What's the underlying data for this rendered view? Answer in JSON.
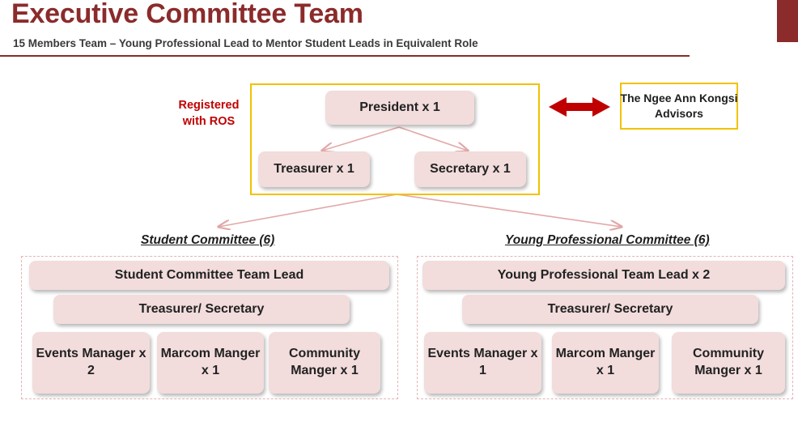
{
  "header": {
    "title": "Executive Committee Team",
    "subtitle": "15 Members Team – Young Professional Lead to Mentor Student Leads in Equivalent Role"
  },
  "exco": {
    "registered_note": "Registered with ROS",
    "president": "President x 1",
    "treasurer": "Treasurer x 1",
    "secretary": "Secretary x 1",
    "advisors": "The Ngee Ann Kongsi Advisors"
  },
  "student_committee": {
    "title": "Student Committee (6)",
    "team_lead": "Student Committee Team Lead",
    "treasurer_secretary": "Treasurer/ Secretary",
    "roles": [
      "Events Manager x 2",
      "Marcom Manger x 1",
      "Community Manger x 1"
    ]
  },
  "young_professional_committee": {
    "title": "Young Professional Committee (6)",
    "team_lead": "Young Professional Team Lead x 2",
    "treasurer_secretary": "Treasurer/ Secretary",
    "roles": [
      "Events Manager x 1",
      "Marcom Manger x 1",
      "Community Manger x 1"
    ]
  },
  "colors": {
    "brand": "#8b2b2b",
    "node_fill": "#f2dcdc",
    "highlight_border": "#f2c200",
    "note_red": "#c00000",
    "arrow": "#e2a8a8",
    "double_arrow": "#c00000"
  }
}
